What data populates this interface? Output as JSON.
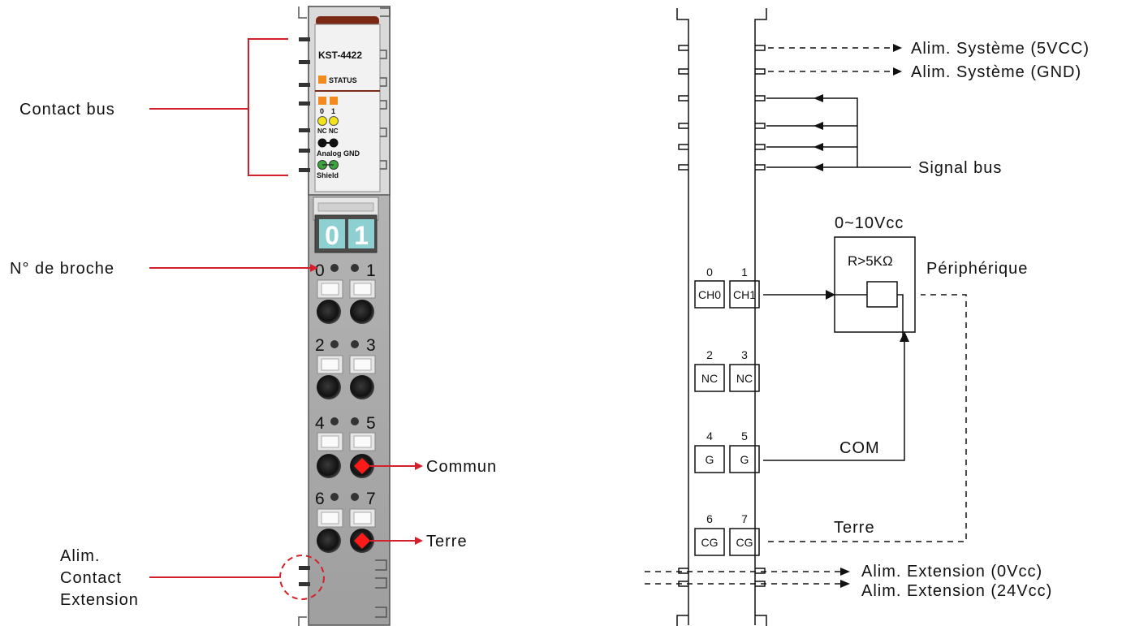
{
  "left_module": {
    "model": "KST-4422",
    "status_label": "STATUS",
    "led_numbers": [
      "0",
      "1"
    ],
    "nc_labels": [
      "NC",
      "NC"
    ],
    "analog_gnd_label": "Analog GND",
    "shield_label": "Shield",
    "display_digits": [
      "0",
      "1"
    ],
    "pin_numbers": [
      "0",
      "1",
      "2",
      "3",
      "4",
      "5",
      "6",
      "7"
    ]
  },
  "left_labels": {
    "contact_bus": "Contact bus",
    "pin_number": "N° de broche",
    "alim_line1": "Alim.",
    "alim_line2": "Contact",
    "alim_line3": "Extension",
    "commun": "Commun",
    "terre": "Terre"
  },
  "right_diagram": {
    "alim_5vcc": "Alim. Système (5VCC)",
    "alim_gnd": "Alim. Système (GND)",
    "signal_bus": "Signal bus",
    "range": "0~10Vcc",
    "resistor": "R>5KΩ",
    "peripherique": "Périphérique",
    "com": "COM",
    "terre": "Terre",
    "alim_ext_0": "Alim. Extension (0Vcc)",
    "alim_ext_24": "Alim. Extension (24Vcc)",
    "terminals": [
      {
        "num": "0",
        "label": "CH0"
      },
      {
        "num": "1",
        "label": "CH1"
      },
      {
        "num": "2",
        "label": "NC"
      },
      {
        "num": "3",
        "label": "NC"
      },
      {
        "num": "4",
        "label": "G"
      },
      {
        "num": "5",
        "label": "G"
      },
      {
        "num": "6",
        "label": "CG"
      },
      {
        "num": "7",
        "label": "CG"
      }
    ]
  },
  "colors": {
    "red": "#d4202a",
    "led_yellow": "#f2e21a",
    "led_green": "#3aa53a",
    "status_orange": "#f28a1e",
    "display_teal": "#8ecfd2",
    "module_brown": "#7a2a14"
  }
}
